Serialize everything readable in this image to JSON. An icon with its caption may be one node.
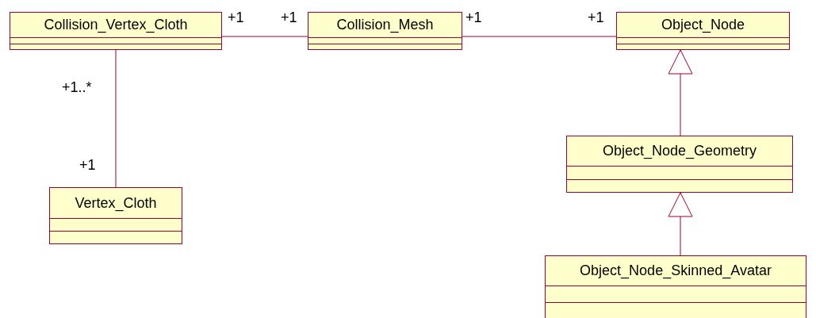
{
  "diagram": {
    "nodes": [
      {
        "text": [
          "Collision_Vertex_Cloth"
        ]
      },
      {
        "text": [
          "Collision_Mesh"
        ]
      },
      {
        "text": [
          "Object_Node"
        ]
      },
      {
        "text": [
          "Vertex_Cloth"
        ]
      },
      {
        "text": [
          "Object_Node_Geometry"
        ]
      },
      {
        "text": [
          "Object_Node_Skinned_Avatar"
        ]
      }
    ],
    "edges": [
      {
        "from": 0,
        "to": 1,
        "arrow": "none"
      },
      {
        "from": 1,
        "to": 2,
        "arrow": "none"
      },
      {
        "from": 0,
        "to": 3,
        "arrow": "none"
      },
      {
        "from": 4,
        "to": 2,
        "arrow": "to"
      },
      {
        "from": 5,
        "to": 4,
        "arrow": "to"
      }
    ],
    "labels": [
      "+1",
      "+1",
      "+1",
      "+1",
      "+1..*",
      "+1"
    ]
  }
}
